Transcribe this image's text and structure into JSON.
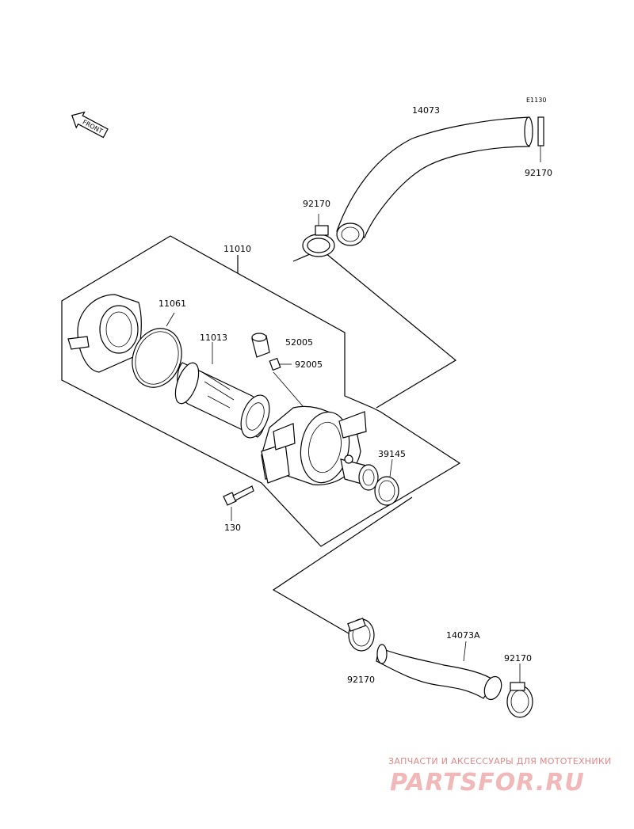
{
  "diagram": {
    "code": "E1130",
    "front_label": "FRONT",
    "labels": {
      "p14073": "14073",
      "p92170_top_right": "92170",
      "p92170_upper": "92170",
      "p11010": "11010",
      "p11061": "11061",
      "p11013": "11013",
      "p52005": "52005",
      "p92005": "92005",
      "p39145": "39145",
      "p130": "130",
      "p14073A": "14073A",
      "p92170_lower_right": "92170",
      "p92170_lower_left": "92170"
    }
  },
  "watermark": {
    "line1": "ЗАПЧАСТИ И АКСЕССУАРЫ ДЛЯ МОТОТЕХНИКИ",
    "line2": "PARTSFOR.RU",
    "color": "#e38787"
  }
}
